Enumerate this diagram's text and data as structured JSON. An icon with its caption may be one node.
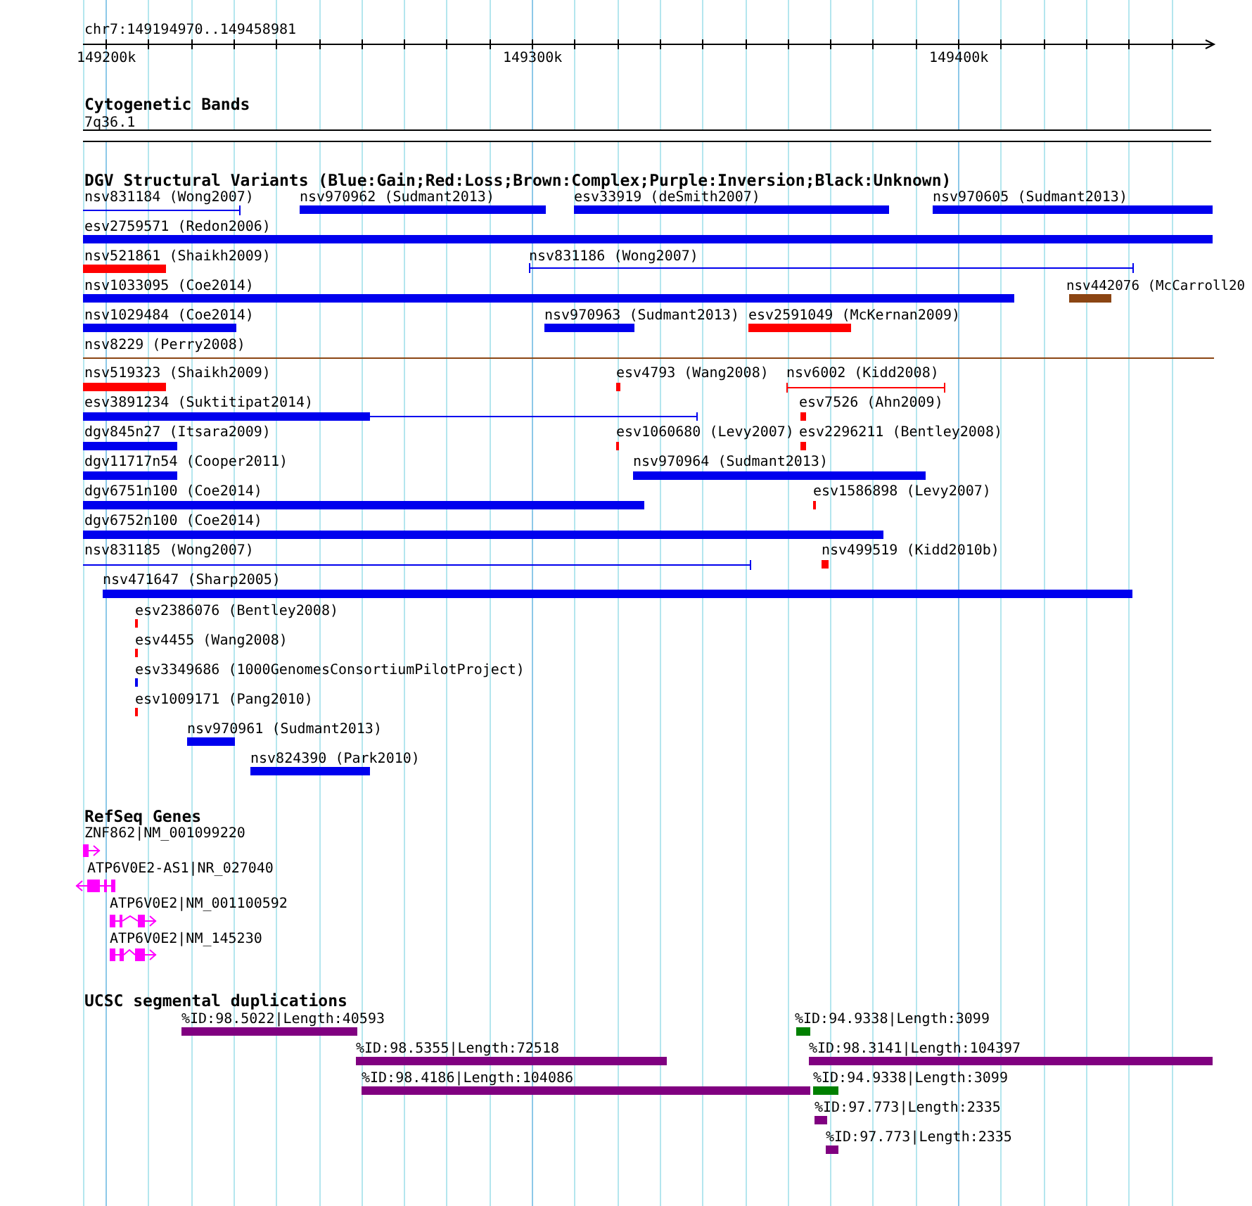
{
  "diagram": {
    "nodes": [
      {
        "text": [
          "7q36.1"
        ]
      },
      {
        "text": [
          "nsv831184 (Wong2007)"
        ]
      },
      {
        "text": [
          "nsv970962 (Sudmant2013)"
        ]
      },
      {
        "text": [
          "esv33919 (deSmith2007)"
        ]
      },
      {
        "text": [
          "nsv970605 (Sudmant2013)"
        ]
      },
      {
        "text": [
          "esv2759571 (Redon2006)"
        ]
      },
      {
        "text": [
          "nsv521861 (Shaikh2009)"
        ]
      },
      {
        "text": [
          "nsv831186 (Wong2007)"
        ]
      },
      {
        "text": [
          "nsv1033095 (Coe2014)"
        ]
      },
      {
        "text": [
          "nsv442076 (McCarroll20"
        ]
      },
      {
        "text": [
          "nsv1029484 (Coe2014)"
        ]
      },
      {
        "text": [
          "nsv970963 (Sudmant2013)"
        ]
      },
      {
        "text": [
          "esv2591049 (McKernan2009)"
        ]
      },
      {
        "text": [
          "nsv8229 (Perry2008)"
        ]
      },
      {
        "text": [
          "nsv519323 (Shaikh2009)"
        ]
      },
      {
        "text": [
          "esv4793 (Wang2008)"
        ]
      },
      {
        "text": [
          "nsv6002 (Kidd2008)"
        ]
      },
      {
        "text": [
          "esv3891234 (Suktitipat2014)"
        ]
      },
      {
        "text": [
          "esv7526 (Ahn2009)"
        ]
      },
      {
        "text": [
          "dgv845n27 (Itsara2009)"
        ]
      },
      {
        "text": [
          "esv1060680 (Levy2007)"
        ]
      },
      {
        "text": [
          "esv2296211 (Bentley2008)"
        ]
      },
      {
        "text": [
          "dgv11717n54 (Cooper2011)"
        ]
      },
      {
        "text": [
          "nsv970964 (Sudmant2013)"
        ]
      },
      {
        "text": [
          "dgv6751n100 (Coe2014)"
        ]
      },
      {
        "text": [
          "esv1586898 (Levy2007)"
        ]
      },
      {
        "text": [
          "dgv6752n100 (Coe2014)"
        ]
      },
      {
        "text": [
          "nsv831185 (Wong2007)"
        ]
      },
      {
        "text": [
          "nsv499519 (Kidd2010b)"
        ]
      },
      {
        "text": [
          "nsv471647 (Sharp2005)"
        ]
      },
      {
        "text": [
          "esv2386076 (Bentley2008)"
        ]
      },
      {
        "text": [
          "esv4455 (Wang2008)"
        ]
      },
      {
        "text": [
          "esv3349686 (1000GenomesConsortiumPilotProject)"
        ]
      },
      {
        "text": [
          "esv1009171 (Pang2010)"
        ]
      },
      {
        "text": [
          "nsv970961 (Sudmant2013)"
        ]
      },
      {
        "text": [
          "nsv824390 (Park2010)"
        ]
      },
      {
        "text": [
          "ZNF862|NM_001099220"
        ]
      },
      {
        "text": [
          "ATP6V0E2-AS1|NR_027040"
        ]
      },
      {
        "text": [
          "ATP6V0E2|NM_001100592"
        ]
      },
      {
        "text": [
          "ATP6V0E2|NM_145230"
        ]
      },
      {
        "text": [
          "%ID:98.5022|Length:40593"
        ]
      },
      {
        "text": [
          "%ID:94.9338|Length:3099"
        ]
      },
      {
        "text": [
          "%ID:98.5355|Length:72518"
        ]
      },
      {
        "text": [
          "%ID:98.3141|Length:104397"
        ]
      },
      {
        "text": [
          "%ID:98.4186|Length:104086"
        ]
      },
      {
        "text": [
          "%ID:94.9338|Length:3099"
        ]
      },
      {
        "text": [
          "%ID:97.773|Length:2335"
        ]
      },
      {
        "text": [
          "%ID:97.773|Length:2335"
        ]
      }
    ],
    "labels": [
      "chr7:149194970..149458981",
      "149200k",
      "149300k",
      "149400k",
      "Cytogenetic Bands",
      "DGV Structural Variants (Blue:Gain;Red:Loss;Brown:Complex;Purple:Inversion;Black:Unknown)",
      "RefSeq Genes",
      "UCSC segmental duplications"
    ]
  }
}
